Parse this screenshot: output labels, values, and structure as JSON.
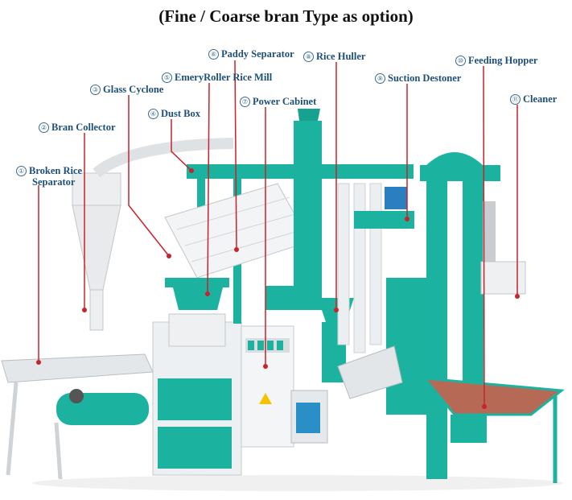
{
  "title": "(Fine / Coarse bran Type as option)",
  "labels": [
    {
      "num": "①",
      "text": "Broken Rice",
      "text2": "Separator"
    },
    {
      "num": "②",
      "text": "Bran Collector"
    },
    {
      "num": "③",
      "text": "Glass Cyclone"
    },
    {
      "num": "④",
      "text": "Dust Box"
    },
    {
      "num": "⑤",
      "text": "EmeryRoller Rice Mill"
    },
    {
      "num": "⑥",
      "text": "Paddy Separator"
    },
    {
      "num": "⑦",
      "text": "Power Cabinet"
    },
    {
      "num": "⑧",
      "text": "Rice Huller"
    },
    {
      "num": "⑨",
      "text": "Suction Destoner"
    },
    {
      "num": "⑩",
      "text": "Feeding Hopper"
    },
    {
      "num": "⑪",
      "text": "Cleaner"
    }
  ],
  "colors": {
    "machine_teal": "#1bb3a0",
    "frame_white": "#e9ecef",
    "leader_red": "#c8232b",
    "label_blue": "#1d4f7a"
  }
}
